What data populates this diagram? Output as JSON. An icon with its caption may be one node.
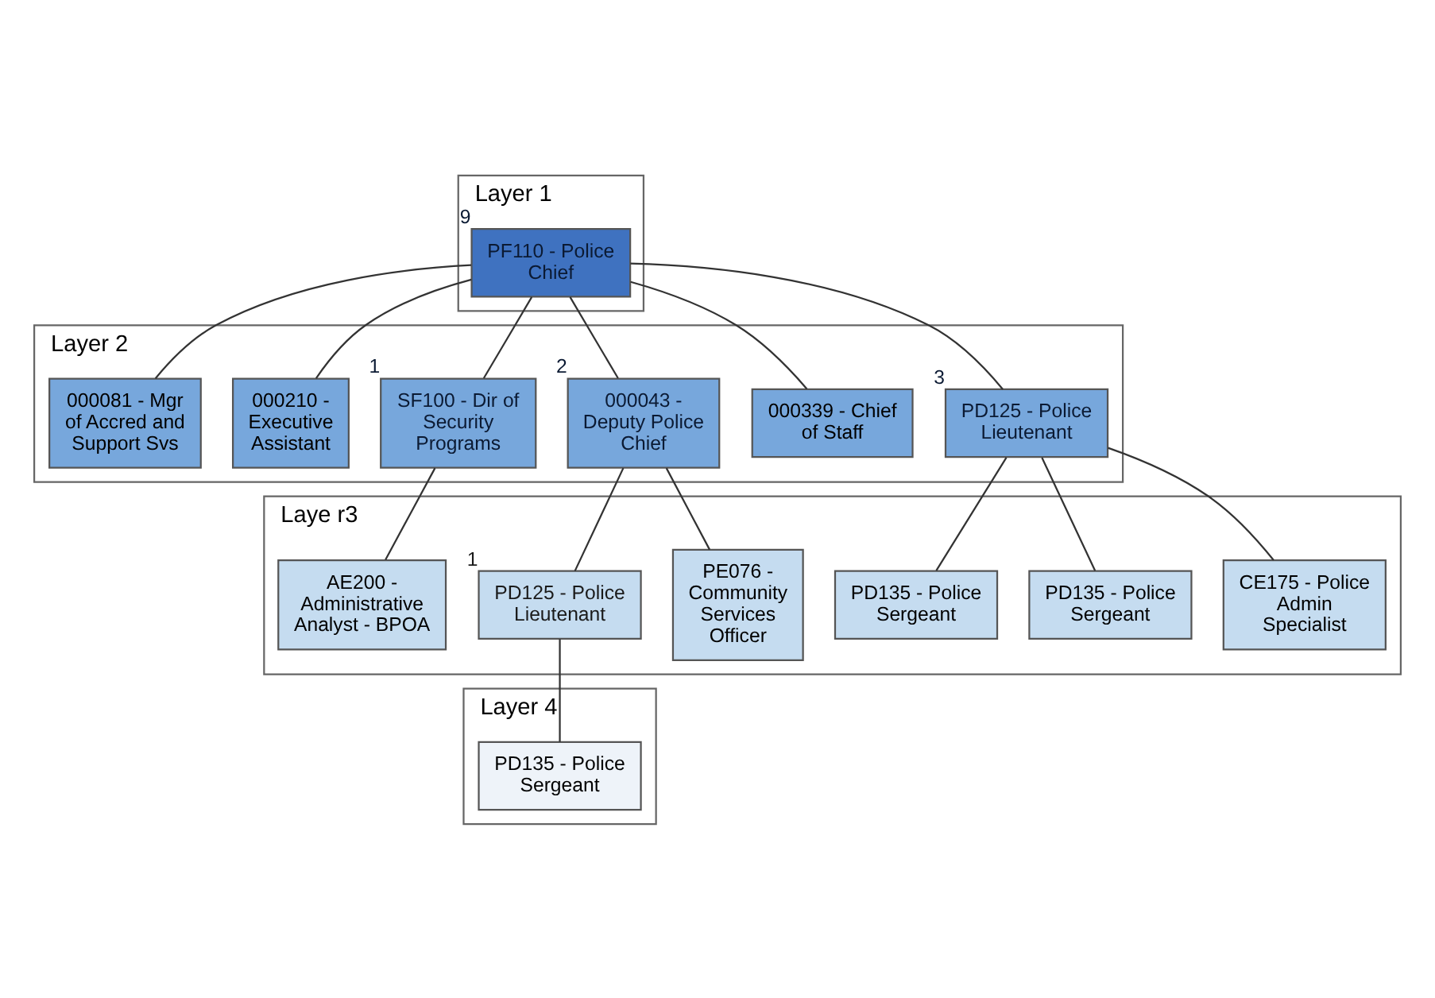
{
  "diagram": {
    "nodes": [
      {
        "text": [
          "Layer 1"
        ]
      },
      {
        "text": [
          "PF110 - Police Chief"
        ],
        "in": 0,
        "beside": [
          "9"
        ]
      },
      {
        "text": [
          "Layer 2"
        ]
      },
      {
        "text": [
          "PD125 - Police Lieutenant"
        ],
        "in": 2,
        "beside": [
          "3"
        ]
      },
      {
        "text": [
          "000339 - Chief of Staff"
        ],
        "in": 2
      },
      {
        "text": [
          "000043 - Deputy Police Chief"
        ],
        "in": 2,
        "beside": [
          "2"
        ]
      },
      {
        "text": [
          "SF100 - Dir of Security Programs"
        ],
        "in": 2,
        "beside": [
          "1"
        ]
      },
      {
        "text": [
          "000210 - Executive Assistant"
        ],
        "in": 2
      },
      {
        "text": [
          "000081 - Mgr of Accred and Support Svs"
        ],
        "in": 2
      },
      {
        "text": [
          "Laye r3"
        ]
      },
      {
        "text": [
          "CE175 - Police Admin Specialist"
        ],
        "in": 9
      },
      {
        "text": [
          "PD135 - Police Sergeant"
        ],
        "in": 9
      },
      {
        "text": [
          "PD135 - Police Sergeant"
        ],
        "in": 9
      },
      {
        "text": [
          "PE076 - Community Services Officer"
        ],
        "in": 9
      },
      {
        "text": [
          "PD125 - Police Lieutenant"
        ],
        "in": 9,
        "beside": [
          "1"
        ]
      },
      {
        "text": [
          "AE200 - Administrative Analyst - BPOA"
        ],
        "in": 9
      },
      {
        "text": [
          "Layer 4"
        ]
      },
      {
        "text": [
          "PD135 - Police Sergeant"
        ],
        "in": 16
      }
    ],
    "edges": [
      {
        "from": 1,
        "to": 3,
        "arrow": "none"
      },
      {
        "from": 1,
        "to": 4,
        "arrow": "none"
      },
      {
        "from": 1,
        "to": 5,
        "arrow": "none"
      },
      {
        "from": 1,
        "to": 6,
        "arrow": "none"
      },
      {
        "from": 1,
        "to": 7,
        "arrow": "none"
      },
      {
        "from": 1,
        "to": 8,
        "arrow": "none"
      },
      {
        "from": 3,
        "to": 10,
        "arrow": "none"
      },
      {
        "from": 3,
        "to": 11,
        "arrow": "none"
      },
      {
        "from": 3,
        "to": 12,
        "arrow": "none"
      },
      {
        "from": 5,
        "to": 13,
        "arrow": "none"
      },
      {
        "from": 5,
        "to": 14,
        "arrow": "none"
      },
      {
        "from": 6,
        "to": 15,
        "arrow": "none"
      },
      {
        "from": 14,
        "to": 17,
        "arrow": "none"
      }
    ]
  }
}
